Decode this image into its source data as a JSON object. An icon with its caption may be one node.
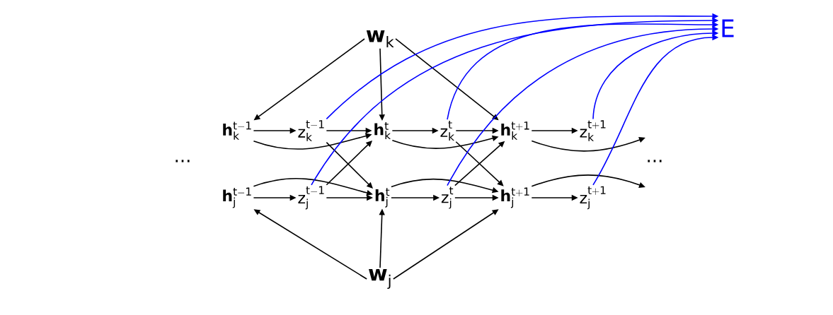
{
  "diagram": {
    "nodes": [
      {
        "text": [
          "\\mathbf{w}_{\\mathrm{k}}"
        ]
      },
      {
        "text": [
          "E"
        ]
      },
      {
        "text": [
          "\\mathbf{h}_{\\mathrm{k}}^{\\mathrm{t-1}}"
        ]
      },
      {
        "text": [
          "\\mathrm{z}_{\\mathrm{k}}^{\\mathrm{t-1}}"
        ]
      },
      {
        "text": [
          "\\mathbf{h}_{\\mathrm{k}}^{\\mathrm{t}}"
        ]
      },
      {
        "text": [
          "\\mathrm{z}_{\\mathrm{k}}^{\\mathrm{t}}"
        ]
      },
      {
        "text": [
          "\\mathbf{h}_{\\mathrm{k}}^{\\mathrm{t+1}}"
        ]
      },
      {
        "text": [
          "\\mathrm{z}_{\\mathrm{k}}^{\\mathrm{t+1}}"
        ]
      },
      {
        "text": [
          "\\mathbf{h}_{\\mathrm{j}}^{\\mathrm{t-1}}"
        ]
      },
      {
        "text": [
          "\\mathrm{z}_{\\mathrm{j}}^{\\mathrm{t-1}}"
        ]
      },
      {
        "text": [
          "\\mathbf{h}_{\\mathrm{j}}^{\\mathrm{t}}"
        ]
      },
      {
        "text": [
          "\\mathrm{z}_{\\mathrm{j}}^{\\mathrm{t}}"
        ]
      },
      {
        "text": [
          "\\mathbf{h}_{\\mathrm{j}}^{\\mathrm{t+1}}"
        ]
      },
      {
        "text": [
          "\\mathrm{z}_{\\mathrm{j}}^{\\mathrm{t+1}}"
        ]
      },
      {
        "text": [
          "\\mathbf{w}_{\\mathrm{j}}"
        ]
      }
    ],
    "edges": [
      {
        "from": 0,
        "to": 2,
        "arrow": "to"
      },
      {
        "from": 0,
        "to": 4,
        "arrow": "to"
      },
      {
        "from": 0,
        "to": 6,
        "arrow": "to"
      },
      {
        "from": 14,
        "to": 8,
        "arrow": "to"
      },
      {
        "from": 14,
        "to": 10,
        "arrow": "to"
      },
      {
        "from": 14,
        "to": 12,
        "arrow": "to"
      },
      {
        "from": 2,
        "to": 3,
        "arrow": "to"
      },
      {
        "from": 3,
        "to": 4,
        "arrow": "to"
      },
      {
        "from": 4,
        "to": 5,
        "arrow": "to"
      },
      {
        "from": 5,
        "to": 6,
        "arrow": "to"
      },
      {
        "from": 6,
        "to": 7,
        "arrow": "to"
      },
      {
        "from": 8,
        "to": 9,
        "arrow": "to"
      },
      {
        "from": 9,
        "to": 10,
        "arrow": "to"
      },
      {
        "from": 10,
        "to": 11,
        "arrow": "to"
      },
      {
        "from": 11,
        "to": 12,
        "arrow": "to"
      },
      {
        "from": 12,
        "to": 13,
        "arrow": "to"
      },
      {
        "from": 2,
        "to": 4,
        "arrow": "to"
      },
      {
        "from": 8,
        "to": 10,
        "arrow": "to"
      },
      {
        "from": 3,
        "to": 10,
        "arrow": "to"
      },
      {
        "from": 9,
        "to": 4,
        "arrow": "to"
      },
      {
        "from": 4,
        "to": 6,
        "arrow": "to"
      },
      {
        "from": 10,
        "to": 12,
        "arrow": "to"
      },
      {
        "from": 5,
        "to": 12,
        "arrow": "to"
      },
      {
        "from": 11,
        "to": 6,
        "arrow": "to"
      },
      {
        "from": 6,
        "to": null,
        "arrow": "to"
      },
      {
        "from": 12,
        "to": null,
        "arrow": "to"
      },
      {
        "from": 3,
        "to": 1,
        "arrow": "to",
        "color": "#0000ff"
      },
      {
        "from": 9,
        "to": 1,
        "arrow": "to",
        "color": "#0000ff"
      },
      {
        "from": 5,
        "to": 1,
        "arrow": "to",
        "color": "#0000ff"
      },
      {
        "from": 11,
        "to": 1,
        "arrow": "to",
        "color": "#0000ff"
      },
      {
        "from": 7,
        "to": 1,
        "arrow": "to",
        "color": "#0000ff"
      },
      {
        "from": 13,
        "to": 1,
        "arrow": "to",
        "color": "#0000ff"
      }
    ],
    "labels": [
      "...",
      "..."
    ]
  }
}
